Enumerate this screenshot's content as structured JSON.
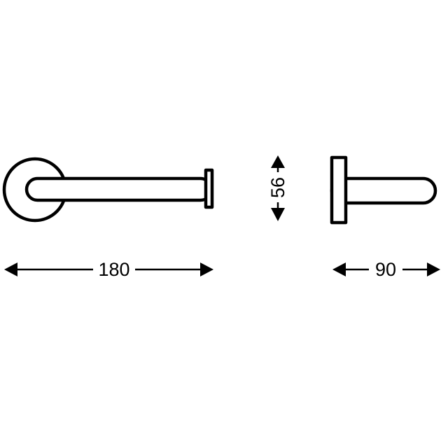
{
  "colors": {
    "background": "#ffffff",
    "line": "#000000"
  },
  "dimensions": {
    "width_label": "180",
    "height_label": "56",
    "depth_label": "90"
  }
}
